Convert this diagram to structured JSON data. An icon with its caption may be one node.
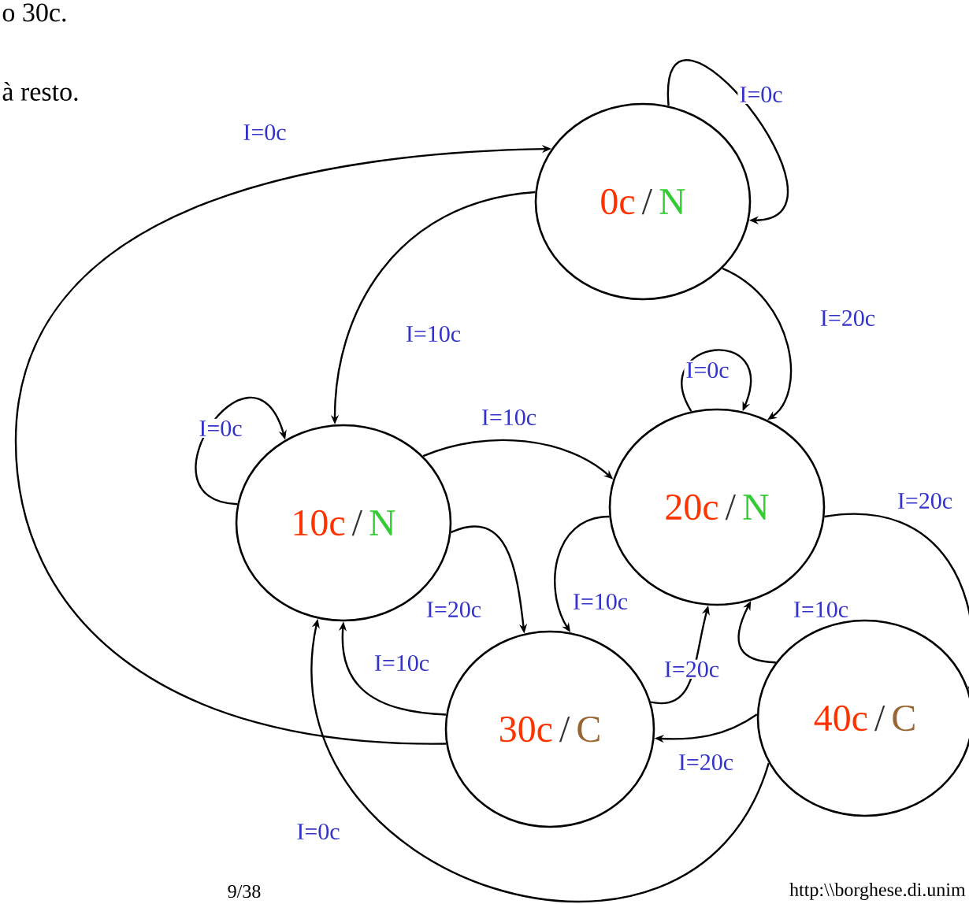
{
  "diagram": {
    "nodes": [
      {
        "text": [
          "0c",
          "/",
          "N"
        ]
      },
      {
        "text": [
          "10c",
          "/",
          "N"
        ]
      },
      {
        "text": [
          "20c",
          "/",
          "N"
        ]
      },
      {
        "text": [
          "30c",
          "/",
          "C"
        ]
      },
      {
        "text": [
          "40c",
          "/",
          "C"
        ]
      }
    ],
    "edges": [
      {
        "from": 0,
        "to": 0,
        "arrow": "to",
        "label": "I=0c"
      },
      {
        "from": 3,
        "to": 0,
        "arrow": "to",
        "label": "I=0c"
      },
      {
        "from": 0,
        "to": 1,
        "arrow": "to",
        "label": "I=10c"
      },
      {
        "from": 0,
        "to": 2,
        "arrow": "to",
        "label": "I=20c"
      },
      {
        "from": 1,
        "to": 1,
        "arrow": "to",
        "label": "I=0c"
      },
      {
        "from": 2,
        "to": 2,
        "arrow": "to",
        "label": "I=0c"
      },
      {
        "from": 1,
        "to": 2,
        "arrow": "to",
        "label": "I=10c"
      },
      {
        "from": 1,
        "to": 3,
        "arrow": "to",
        "label": "I=20c"
      },
      {
        "from": 2,
        "to": 3,
        "arrow": "to",
        "label": "I=10c"
      },
      {
        "from": 3,
        "to": 1,
        "arrow": "to",
        "label": "I=10c"
      },
      {
        "from": 3,
        "to": 2,
        "arrow": "to",
        "label": "I=20c"
      },
      {
        "from": 4,
        "to": 2,
        "arrow": "to",
        "label": "I=10c"
      },
      {
        "from": 2,
        "to": 4,
        "arrow": "to",
        "label": "I=20c"
      },
      {
        "from": 4,
        "to": 3,
        "arrow": "to",
        "label": "I=20c"
      },
      {
        "from": 4,
        "to": 1,
        "arrow": "to",
        "label": "I=0c"
      }
    ],
    "labels": [
      "o 30c.",
      "à resto.",
      "9/38",
      "http:\\\\borghese.di.unim"
    ]
  }
}
